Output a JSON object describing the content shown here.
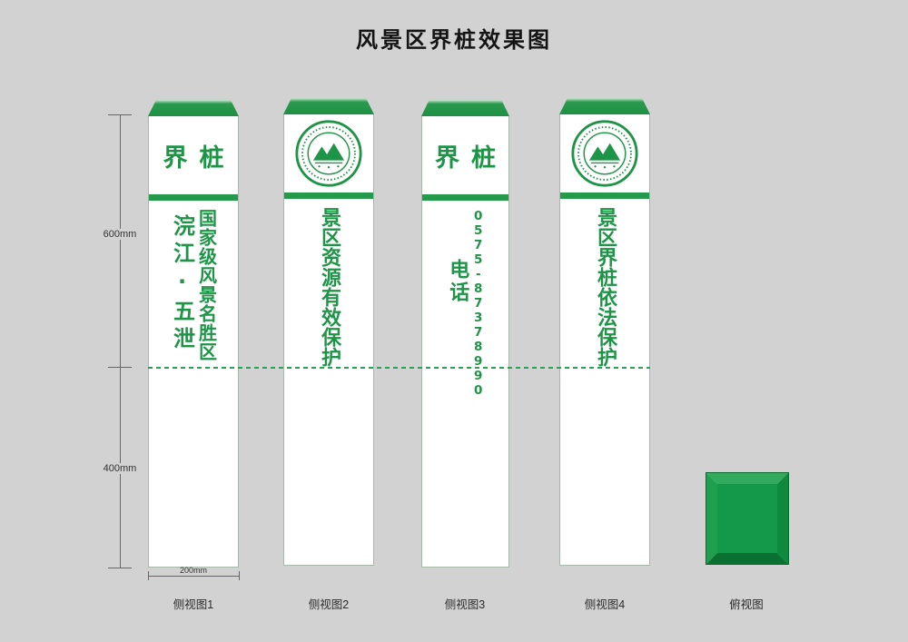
{
  "title": "风景区界桩效果图",
  "colors": {
    "green": "#1e9447",
    "green_dark": "#0a7133",
    "green_light": "#33ab5e",
    "background": "#d2d2d2"
  },
  "dimensions": {
    "above_ground": "600mm",
    "below_ground": "400mm",
    "width": "200mm"
  },
  "pillars": [
    {
      "label": "侧视图1",
      "header": "界桩",
      "main_text": "国家级风景名胜区",
      "sub_text": "浣江·五泄"
    },
    {
      "label": "侧视图2",
      "header": "",
      "main_text": "景区资源有效保护",
      "sub_text": ""
    },
    {
      "label": "侧视图3",
      "header": "界桩",
      "main_text": "0575-87378990",
      "sub_text": "电话"
    },
    {
      "label": "侧视图4",
      "header": "",
      "main_text": "景区界桩依法保护",
      "sub_text": ""
    }
  ],
  "top_view": {
    "label": "俯视图"
  },
  "icons": {
    "seal": "national-park-seal"
  }
}
